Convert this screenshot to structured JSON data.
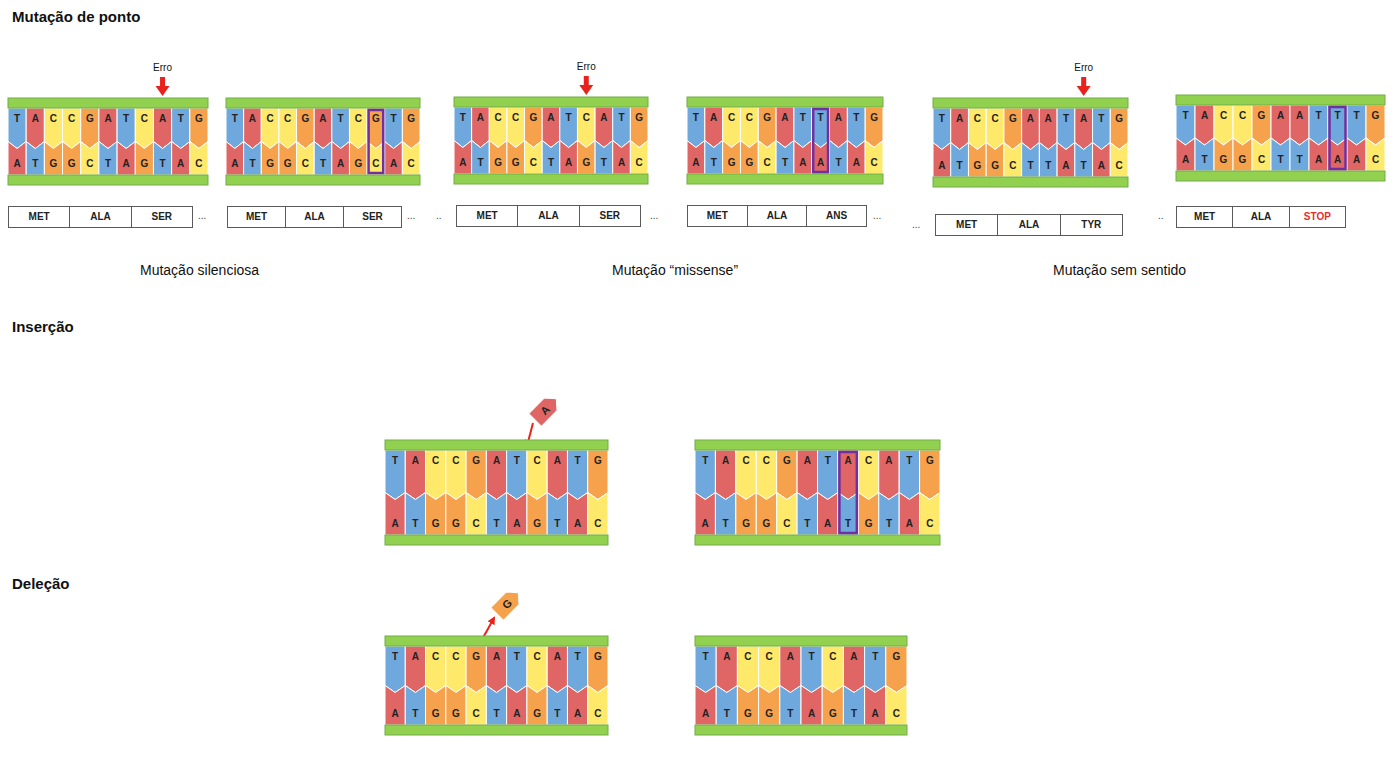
{
  "diagram": {
    "nodes": [
      {
        "text": [
          "MET",
          "ALA",
          "SER"
        ]
      },
      {
        "text": [
          "MET",
          "ALA",
          "SER"
        ]
      },
      {
        "text": [
          "MET",
          "ALA",
          "SER"
        ]
      },
      {
        "text": [
          "MET",
          "ALA",
          "ANS"
        ]
      },
      {
        "text": [
          "MET",
          "ALA",
          "TYR"
        ]
      },
      {
        "text": [
          "MET",
          "ALA",
          "STOP"
        ]
      }
    ],
    "labels": [
      "Mutação de ponto",
      "Erro",
      "T",
      "A",
      "C",
      "C",
      "G",
      "A",
      "T",
      "C",
      "A",
      "T",
      "G",
      "A",
      "T",
      "G",
      "G",
      "C",
      "T",
      "A",
      "G",
      "T",
      "A",
      "C",
      "T",
      "A",
      "C",
      "C",
      "G",
      "A",
      "T",
      "C",
      "G",
      "T",
      "G",
      "A",
      "T",
      "G",
      "G",
      "C",
      "T",
      "A",
      "G",
      "C",
      "A",
      "C",
      "Erro",
      "T",
      "A",
      "C",
      "C",
      "G",
      "A",
      "T",
      "C",
      "A",
      "T",
      "G",
      "A",
      "T",
      "G",
      "G",
      "C",
      "T",
      "A",
      "G",
      "T",
      "A",
      "C",
      "T",
      "A",
      "C",
      "C",
      "G",
      "A",
      "T",
      "T",
      "A",
      "T",
      "G",
      "A",
      "T",
      "G",
      "G",
      "C",
      "T",
      "A",
      "A",
      "T",
      "A",
      "C",
      "Erro",
      "T",
      "A",
      "C",
      "C",
      "G",
      "A",
      "A",
      "T",
      "A",
      "T",
      "G",
      "A",
      "T",
      "G",
      "G",
      "C",
      "T",
      "T",
      "A",
      "T",
      "A",
      "C",
      "T",
      "A",
      "C",
      "C",
      "G",
      "A",
      "A",
      "T",
      "T",
      "T",
      "G",
      "A",
      "T",
      "G",
      "G",
      "C",
      "T",
      "T",
      "A",
      "A",
      "A",
      "C",
      "...",
      "...",
      "..",
      "...",
      "...",
      "...",
      "..",
      "Mutação silenciosa",
      "Mutação “missense”",
      "Mutação sem sentido",
      "Inserção",
      "A",
      "T",
      "A",
      "C",
      "C",
      "G",
      "A",
      "T",
      "C",
      "A",
      "T",
      "G",
      "A",
      "T",
      "G",
      "G",
      "C",
      "T",
      "A",
      "G",
      "T",
      "A",
      "C",
      "T",
      "A",
      "C",
      "C",
      "G",
      "A",
      "T",
      "A",
      "C",
      "A",
      "T",
      "G",
      "A",
      "T",
      "G",
      "G",
      "C",
      "T",
      "A",
      "T",
      "G",
      "T",
      "A",
      "C",
      "Deleção",
      "G",
      "T",
      "A",
      "C",
      "C",
      "G",
      "A",
      "T",
      "C",
      "A",
      "T",
      "G",
      "A",
      "T",
      "G",
      "G",
      "C",
      "T",
      "A",
      "G",
      "T",
      "A",
      "C",
      "T",
      "A",
      "C",
      "C",
      "A",
      "T",
      "C",
      "A",
      "T",
      "G",
      "A",
      "T",
      "G",
      "G",
      "T",
      "A",
      "G",
      "T",
      "A",
      "C"
    ]
  }
}
